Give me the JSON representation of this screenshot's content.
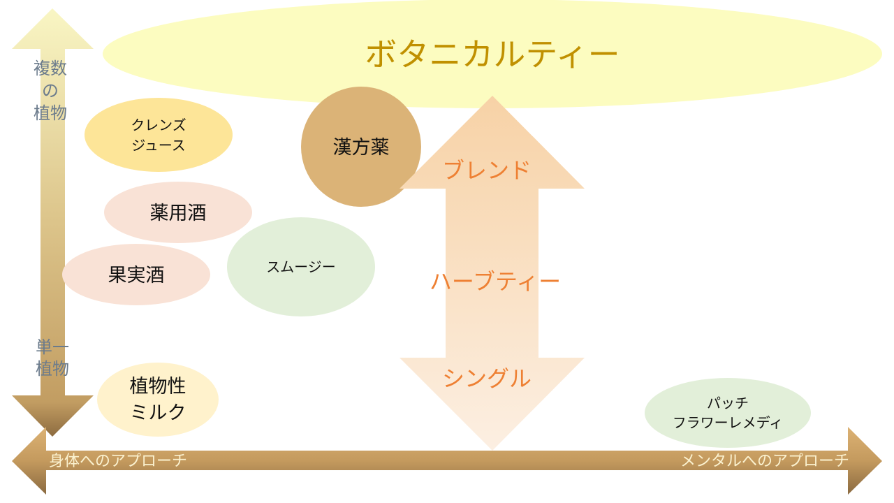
{
  "title": "ボタニカルティー",
  "vertical_axis": {
    "top_lines": [
      "複数",
      "の",
      "植物"
    ],
    "bottom_lines": [
      "単一",
      "植物"
    ]
  },
  "horizontal_axis": {
    "left_label": "身体へのアプローチ",
    "right_label": "メンタルへのアプローチ"
  },
  "herbal_tea_arrow": {
    "top": "ブレンド",
    "middle": "ハーブティー",
    "bottom": "シングル"
  },
  "items": {
    "cleanse_juice": [
      "クレンズ",
      "ジュース"
    ],
    "medicinal_liquor": "薬用酒",
    "fruit_liquor": "果実酒",
    "smoothie": "スムージー",
    "kampo": "漢方薬",
    "plant_milk": [
      "植物性",
      "ミルク"
    ],
    "flower_remedy": [
      "パッチ",
      "フラワーレメディ"
    ]
  },
  "colors": {
    "title": "#c09000",
    "tea_text": "#ee8033",
    "axis_text": "#6b7b8c"
  }
}
